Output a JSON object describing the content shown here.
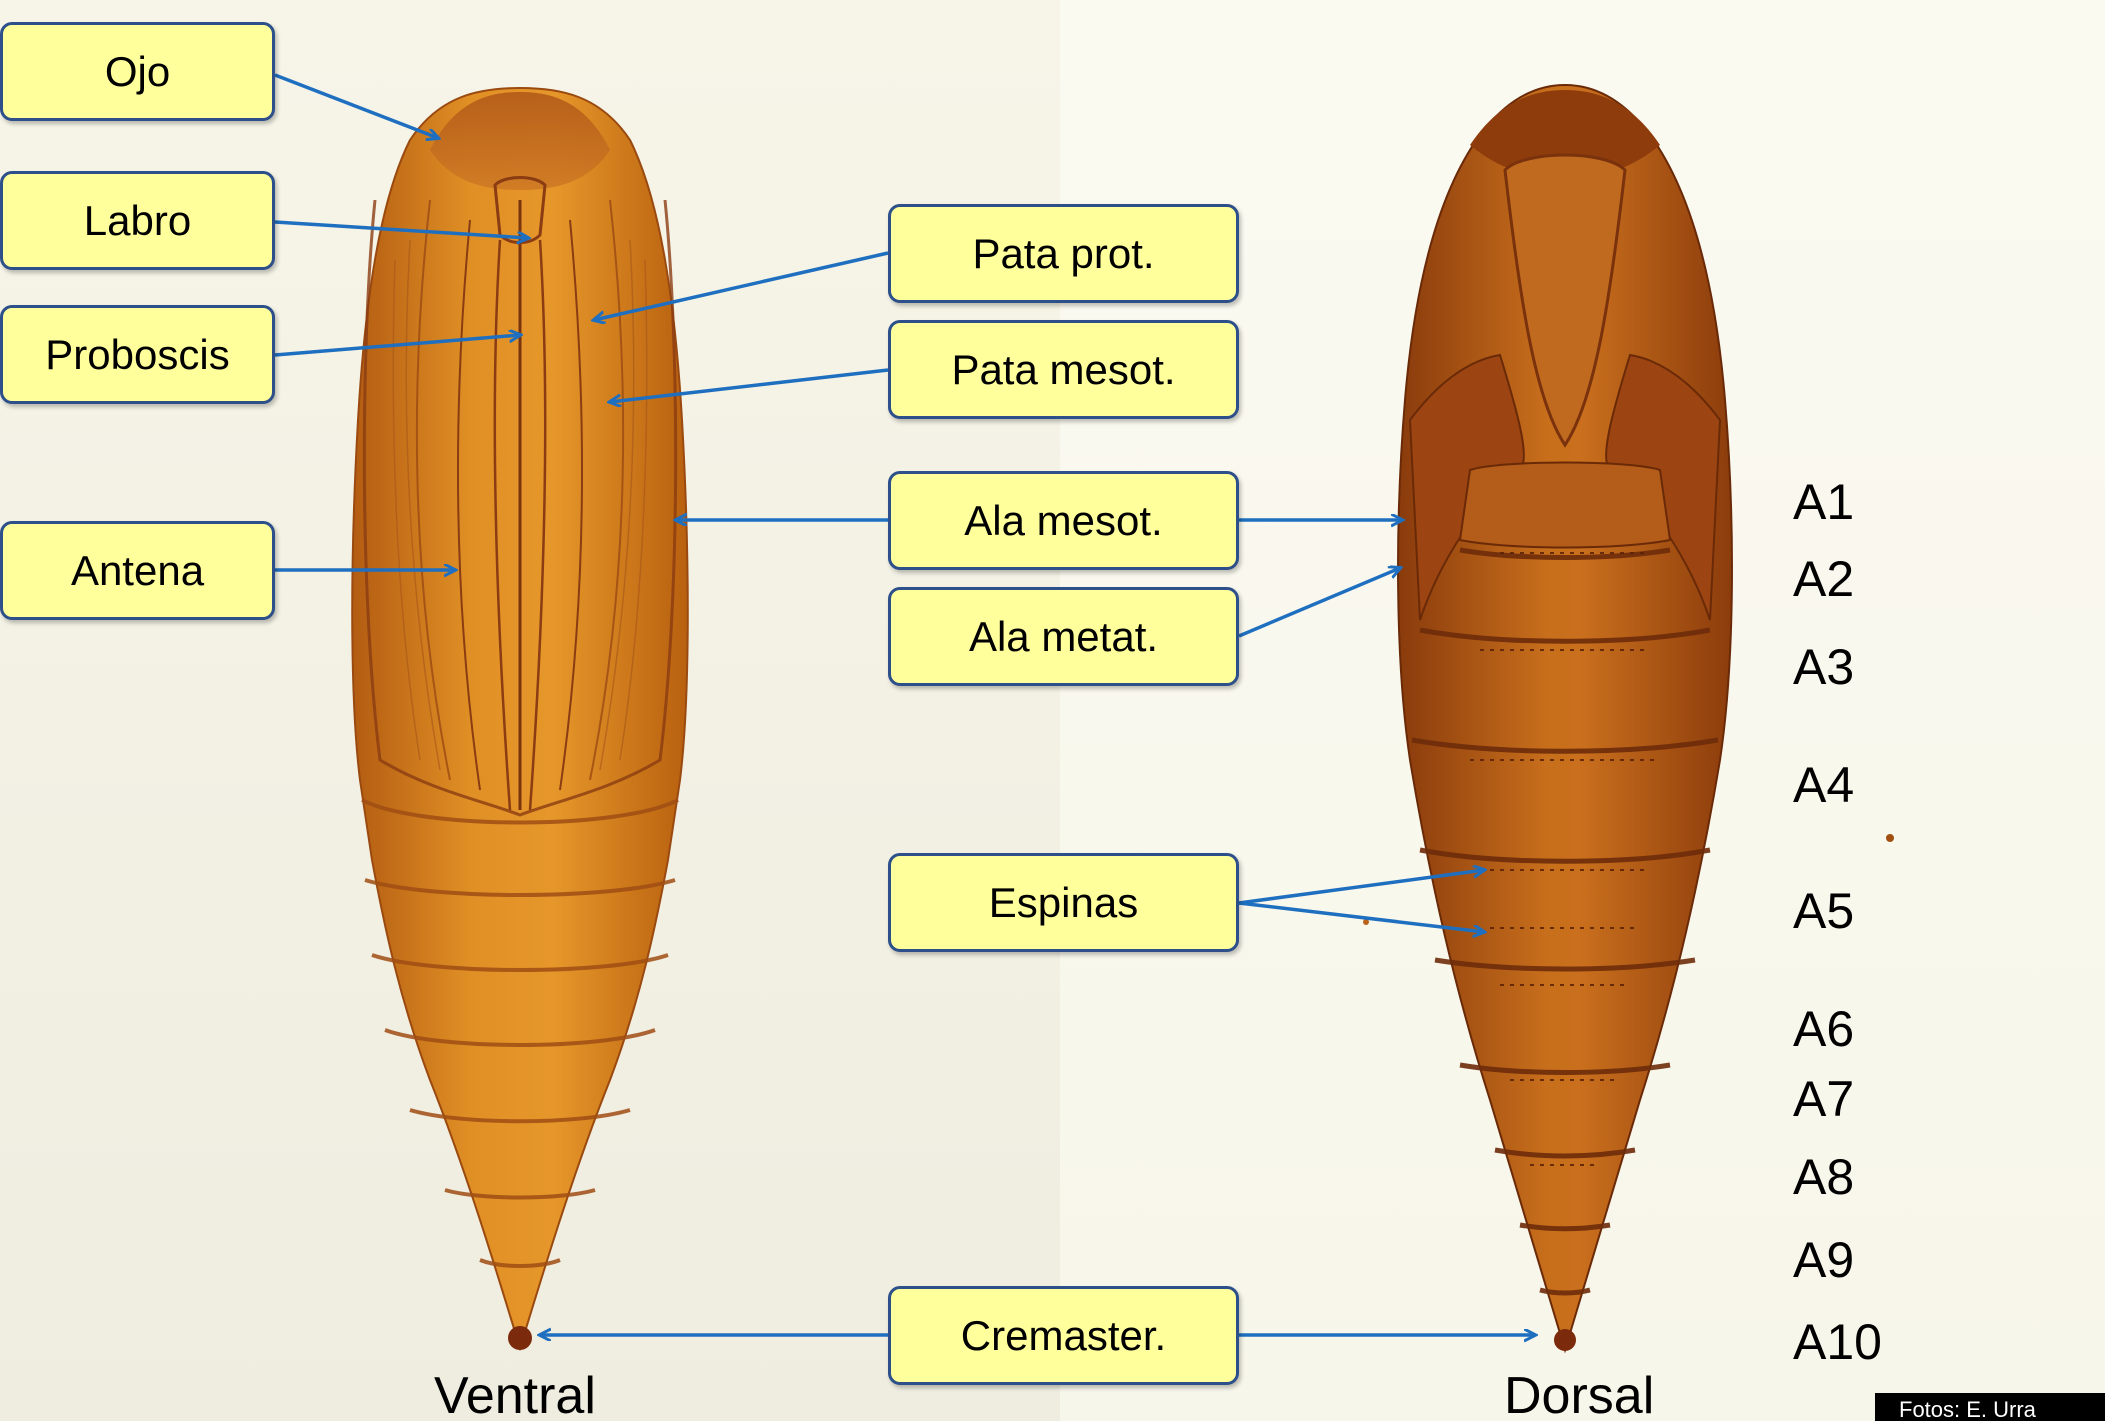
{
  "labels": {
    "ojo": "Ojo",
    "labro": "Labro",
    "proboscis": "Proboscis",
    "antena": "Antena",
    "pata_prot": "Pata prot.",
    "pata_mesot": "Pata mesot.",
    "ala_mesot": "Ala mesot.",
    "ala_metat": "Ala metat.",
    "espinas": "Espinas",
    "cremaster": "Cremaster."
  },
  "segments": [
    "A1",
    "A2",
    "A3",
    "A4",
    "A5",
    "A6",
    "A7",
    "A8",
    "A9",
    "A10"
  ],
  "views": {
    "ventral": "Ventral",
    "dorsal": "Dorsal"
  },
  "credit": "Fotos: E. Urra",
  "colors": {
    "label_fill": "#ffff9c",
    "label_border": "#2d4f8a",
    "arrow": "#1f6fc0",
    "pupa_body": "#d9871c",
    "pupa_dark": "#a04e14"
  }
}
